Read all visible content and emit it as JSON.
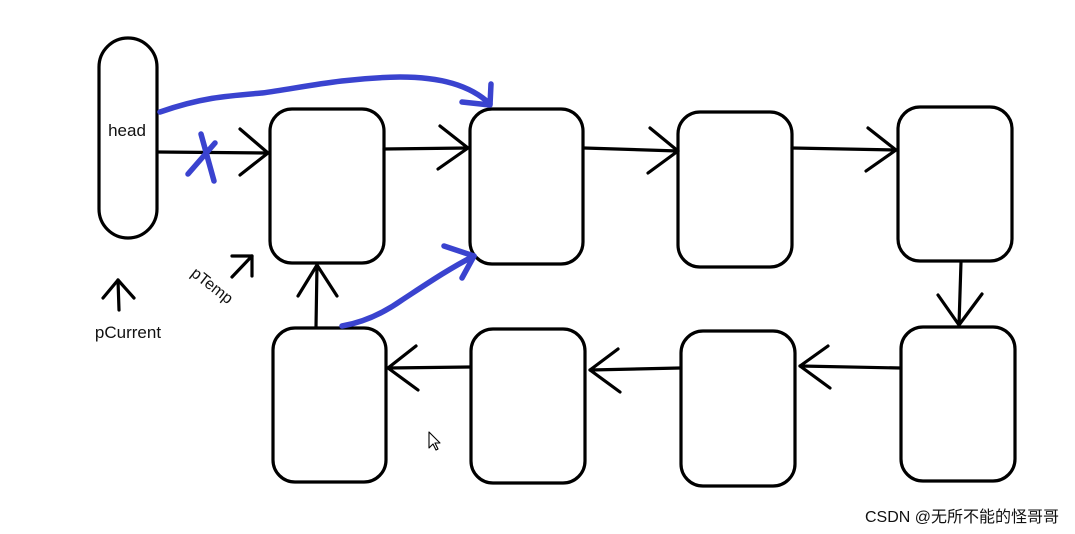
{
  "diagram": {
    "head_label": "head",
    "pointer_current_label": "pCurrent",
    "pointer_temp_label": "pTemp",
    "watermark": "CSDN @无所不能的怪哥哥",
    "colors": {
      "ink": "#000000",
      "highlight": "#3a43cf",
      "watermark": "#a6a6a6"
    },
    "icons": [
      "mouse-cursor-icon"
    ]
  }
}
